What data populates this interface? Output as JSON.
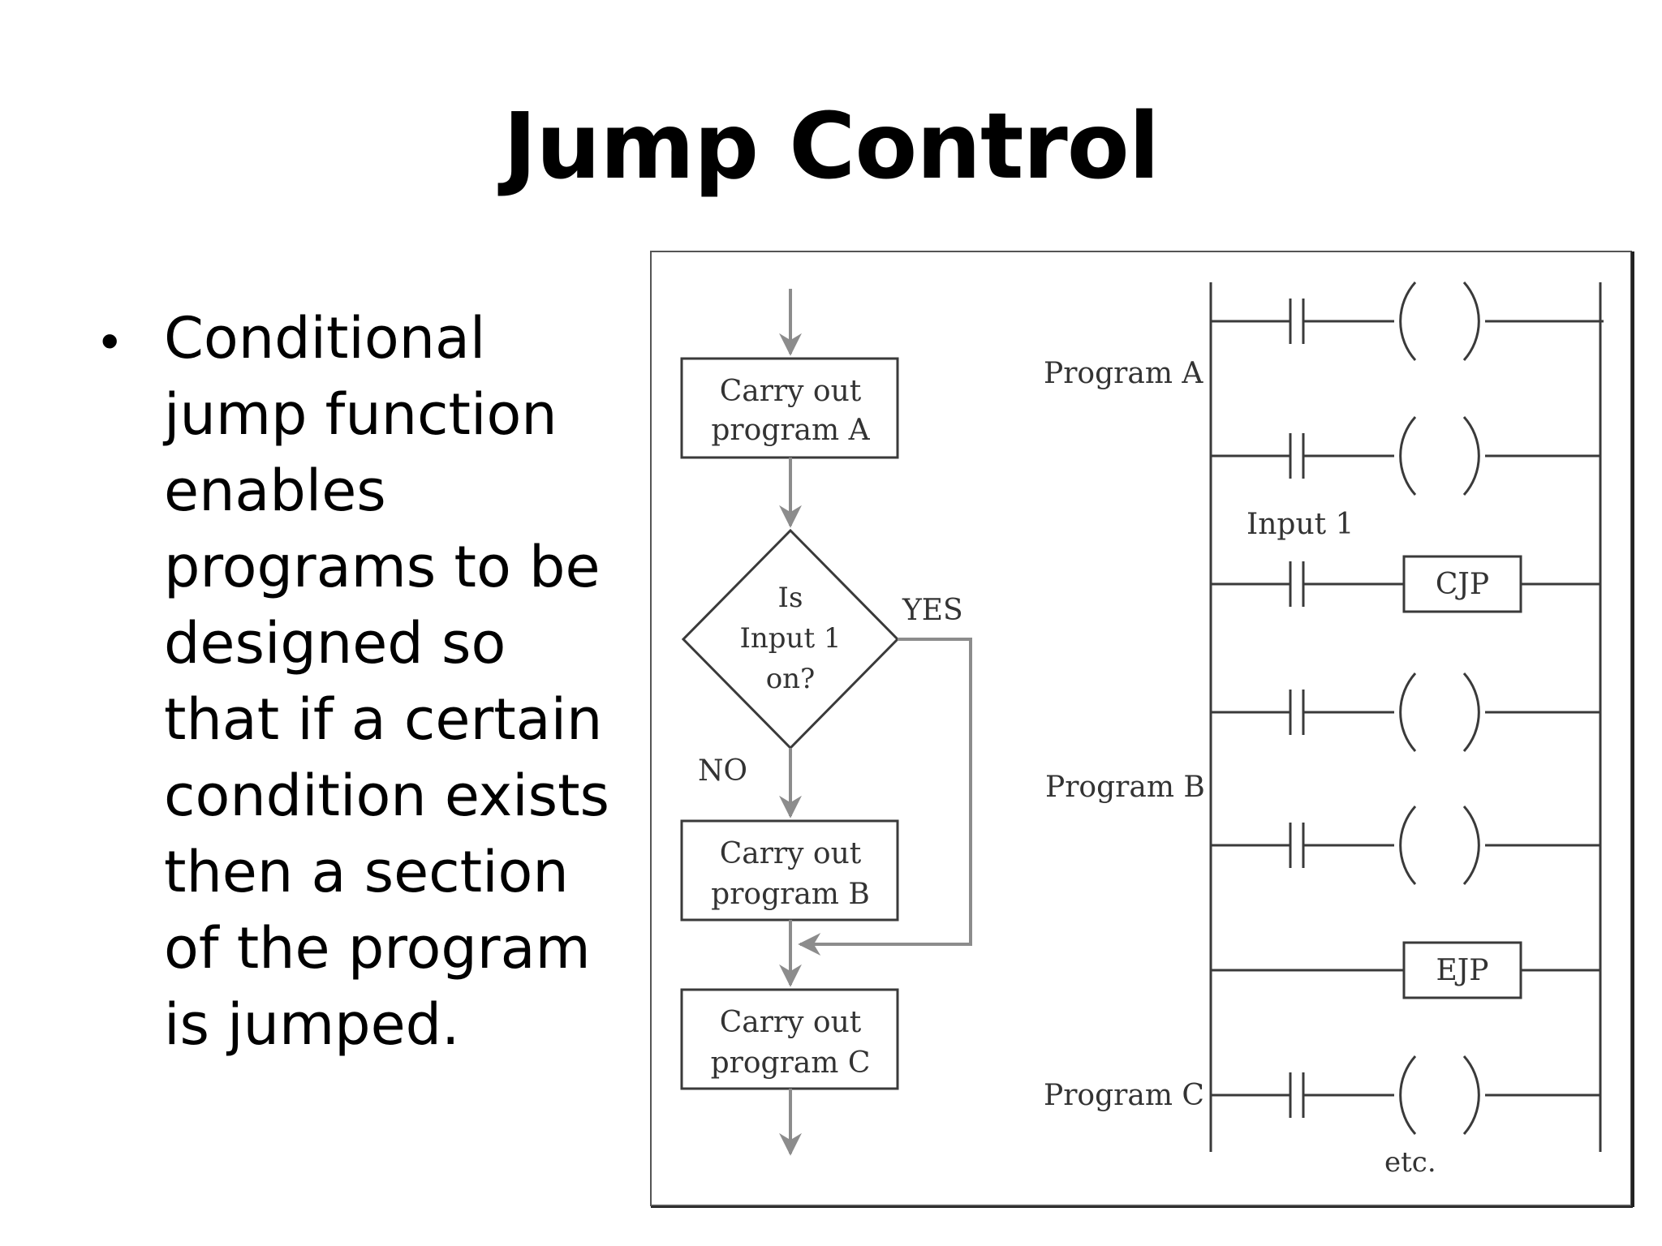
{
  "title": "Jump Control",
  "bullet": {
    "lines": [
      "Conditional",
      "jump function",
      "enables",
      "programs to be",
      "designed so",
      "that if a certain",
      "condition exists",
      "then a section",
      "of the program",
      "is jumped."
    ]
  },
  "flowchart": {
    "box_a": [
      "Carry out",
      "program A"
    ],
    "decision": [
      "Is",
      "Input 1",
      "on?"
    ],
    "yes": "YES",
    "no": "NO",
    "box_b": [
      "Carry out",
      "program B"
    ],
    "box_c": [
      "Carry out",
      "program C"
    ]
  },
  "ladder": {
    "program_a": "Program A",
    "program_b": "Program B",
    "program_c": "Program C",
    "input_label": "Input 1",
    "cjp": "CJP",
    "ejp": "EJP",
    "etc": "etc."
  },
  "colors": {
    "line": "#3a3a3a",
    "flow_arrow": "#8c8c8c",
    "text": "#000000"
  }
}
